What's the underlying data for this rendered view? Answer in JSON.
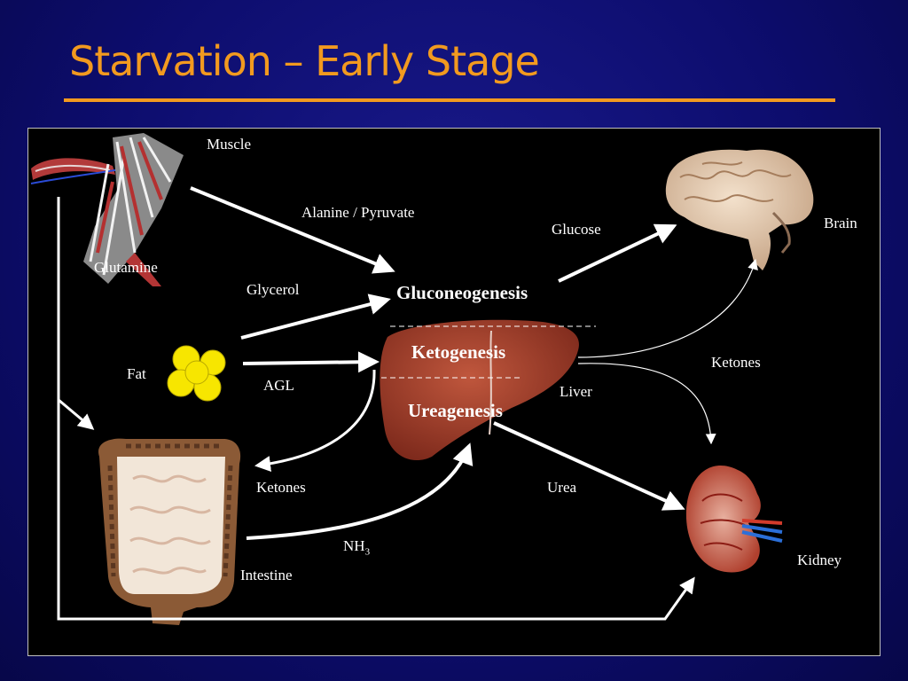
{
  "title": "Starvation – Early Stage",
  "labels": {
    "muscle": "Muscle",
    "alanine_pyruvate": "Alanine / Pyruvate",
    "glucose": "Glucose",
    "brain": "Brain",
    "glutamine": "Glutamine",
    "glycerol": "Glycerol",
    "gluconeogenesis": "Gluconeogenesis",
    "ketogenesis": "Ketogenesis",
    "ketones_right": "Ketones",
    "fat": "Fat",
    "agl": "AGL",
    "liver": "Liver",
    "ureagenesis": "Ureagenesis",
    "ketones_left": "Ketones",
    "urea": "Urea",
    "nh3_base": "NH",
    "nh3_sub": "3",
    "kidney": "Kidney",
    "intestine": "Intestine"
  },
  "colors": {
    "title": "#f29a1f",
    "background": "#0d0d6e",
    "panel": "#000000",
    "arrows": "#ffffff",
    "fat_cells": "#f7e600",
    "liver": "#a8412c"
  }
}
